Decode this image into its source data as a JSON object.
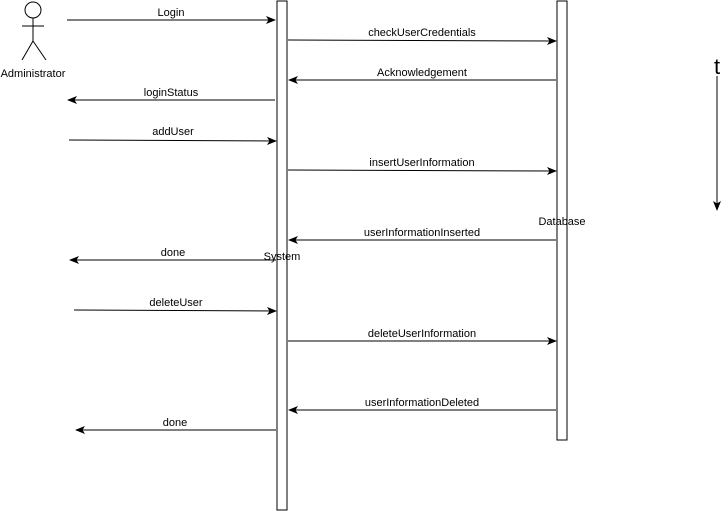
{
  "diagram": {
    "actor": {
      "name": "Administrator"
    },
    "lifelines": {
      "system": "System",
      "database": "Database"
    },
    "time_axis": {
      "label": "t"
    },
    "messages": [
      {
        "id": "login",
        "label": "Login",
        "from": "actor",
        "to": "system"
      },
      {
        "id": "check",
        "label": "checkUserCredentials",
        "from": "system",
        "to": "database"
      },
      {
        "id": "ack",
        "label": "Acknowledgement",
        "from": "database",
        "to": "system"
      },
      {
        "id": "loginstatus",
        "label": "loginStatus",
        "from": "system",
        "to": "actor"
      },
      {
        "id": "adduser",
        "label": "addUser",
        "from": "actor",
        "to": "system"
      },
      {
        "id": "insertinfo",
        "label": "insertUserInformation",
        "from": "system",
        "to": "database"
      },
      {
        "id": "inserted",
        "label": "userInformationInserted",
        "from": "database",
        "to": "system"
      },
      {
        "id": "done1",
        "label": "done",
        "from": "system",
        "to": "actor"
      },
      {
        "id": "deleteuser",
        "label": "deleteUser",
        "from": "actor",
        "to": "system"
      },
      {
        "id": "deleteinfo",
        "label": "deleteUserInformation",
        "from": "system",
        "to": "database"
      },
      {
        "id": "deleted",
        "label": "userInformationDeleted",
        "from": "database",
        "to": "system"
      },
      {
        "id": "done2",
        "label": "done",
        "from": "system",
        "to": "actor"
      }
    ],
    "colors": {
      "line": "#000000",
      "background": "#ffffff"
    }
  }
}
